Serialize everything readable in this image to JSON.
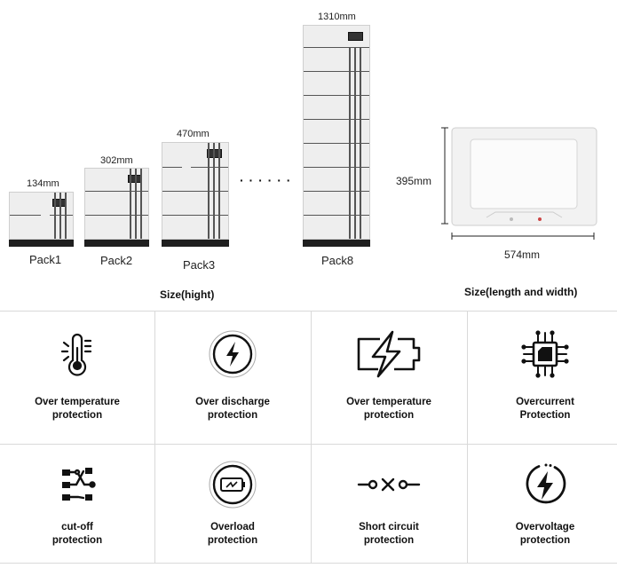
{
  "size_height": {
    "caption": "Size(hight)",
    "dots": "· · · · · ·",
    "packs": [
      {
        "name": "Pack1",
        "height": "134mm"
      },
      {
        "name": "Pack2",
        "height": "302mm"
      },
      {
        "name": "Pack3",
        "height": "470mm"
      },
      {
        "name": "Pack8",
        "height": "1310mm"
      }
    ]
  },
  "size_lw": {
    "caption": "Size(length and width)",
    "height": "395mm",
    "width": "574mm"
  },
  "features": [
    {
      "line1": "Over temperature",
      "line2": "protection",
      "icon": "thermometer-icon"
    },
    {
      "line1": "Over discharge",
      "line2": "protection",
      "icon": "lightning-circle-icon"
    },
    {
      "line1": "Over temperature",
      "line2": "protection",
      "icon": "battery-bolt-icon"
    },
    {
      "line1": "Overcurrent",
      "line2": "Protection",
      "icon": "chip-icon"
    },
    {
      "line1": "cut-off",
      "line2": "protection",
      "icon": "circuit-icon"
    },
    {
      "line1": "Overload",
      "line2": "protection",
      "icon": "battery-circle-icon"
    },
    {
      "line1": "Short circuit",
      "line2": "protection",
      "icon": "short-circuit-icon"
    },
    {
      "line1": "Overvoltage",
      "line2": "protection",
      "icon": "power-bolt-icon"
    }
  ]
}
